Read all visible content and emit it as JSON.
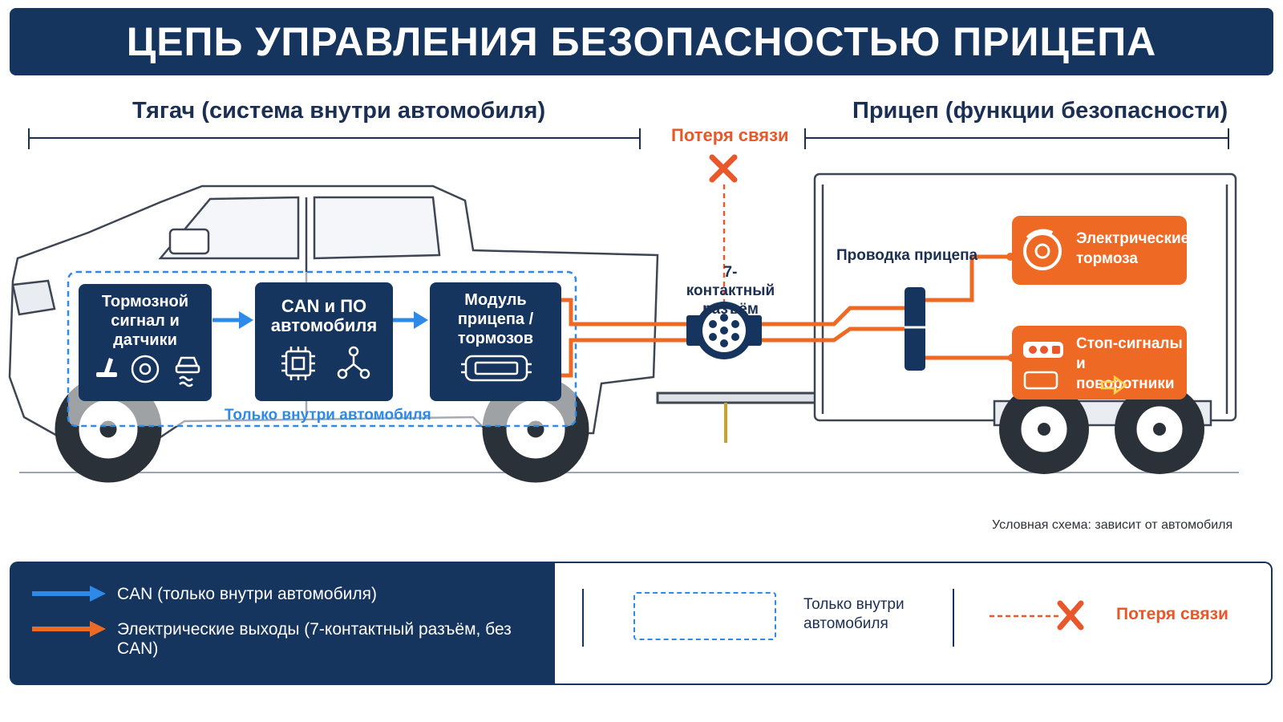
{
  "title": "ЦЕПЬ УПРАВЛЕНИЯ БЕЗОПАСНОСТЬЮ ПРИЦЕПА",
  "tow_section": "Тягач (система внутри автомобиля)",
  "trailer_section": "Прицеп (функции безопасности)",
  "connection_loss": "Потеря связи",
  "connector": {
    "label_line1": "7-контактный",
    "label_line2": "разъём"
  },
  "vehicle_boxes": [
    {
      "lines": [
        "Тормозной",
        "сигнал и",
        "датчики"
      ],
      "icons": [
        "brake-pedal-icon",
        "wheel-sensor-icon",
        "stability-control-icon"
      ]
    },
    {
      "lines": [
        "CAN и ПО",
        "автомобиля"
      ],
      "icons": [
        "chip-icon",
        "network-icon"
      ]
    },
    {
      "lines": [
        "Модуль",
        "прицепа /",
        "тормозов"
      ],
      "icons": [
        "module-icon"
      ]
    }
  ],
  "inside_vehicle_label": "Только внутри автомобиля",
  "trailer_wiring": "Проводка прицепа",
  "trailer_functions": [
    {
      "lines": [
        "Электрические",
        "тормоза"
      ],
      "icon": "brake-disc-icon"
    },
    {
      "lines": [
        "Стоп-сигналы",
        "и поворотники"
      ],
      "icon": "tail-light-icon"
    }
  ],
  "note": "Условная схема: зависит от автомобиля",
  "legend": {
    "can": "CAN (только внутри автомобиля)",
    "electric": "Электрические выходы (7-контактный разъём, без CAN)",
    "inside_line1": "Только внутри",
    "inside_line2": "автомобиля",
    "loss": "Потеря связи"
  },
  "colors": {
    "navy": "#15345e",
    "orange": "#ee6a24",
    "blue": "#2d8ae8",
    "red": "#e8582a"
  }
}
